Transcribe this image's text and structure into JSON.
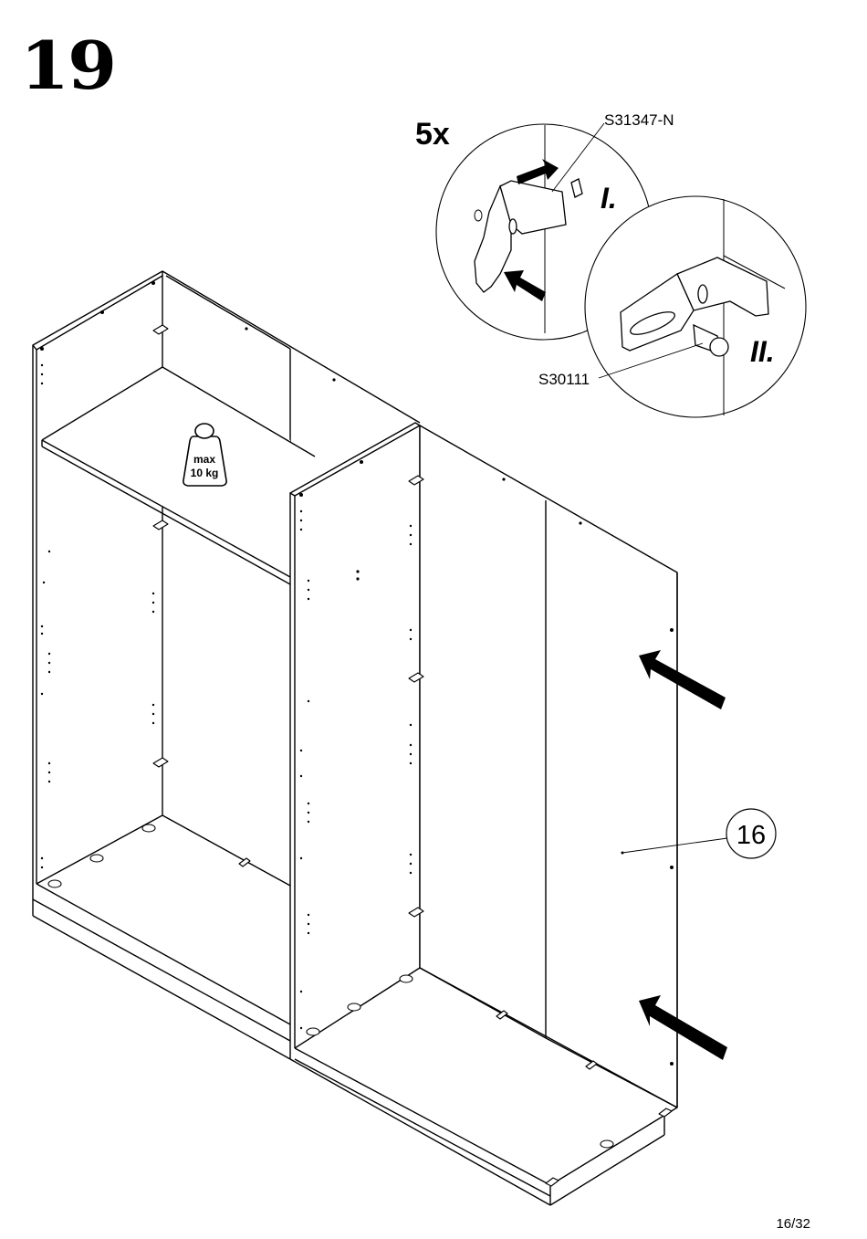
{
  "step": {
    "number": "19"
  },
  "detail": {
    "quantity": "5x",
    "sub_steps": [
      "I.",
      "II."
    ],
    "parts": [
      {
        "code": "S31347-N"
      },
      {
        "code": "S30111"
      }
    ]
  },
  "weight_limit": {
    "line1": "max",
    "line2": "10 kg"
  },
  "panel_callout": {
    "label": "16"
  },
  "footer": {
    "page": "16/32"
  }
}
